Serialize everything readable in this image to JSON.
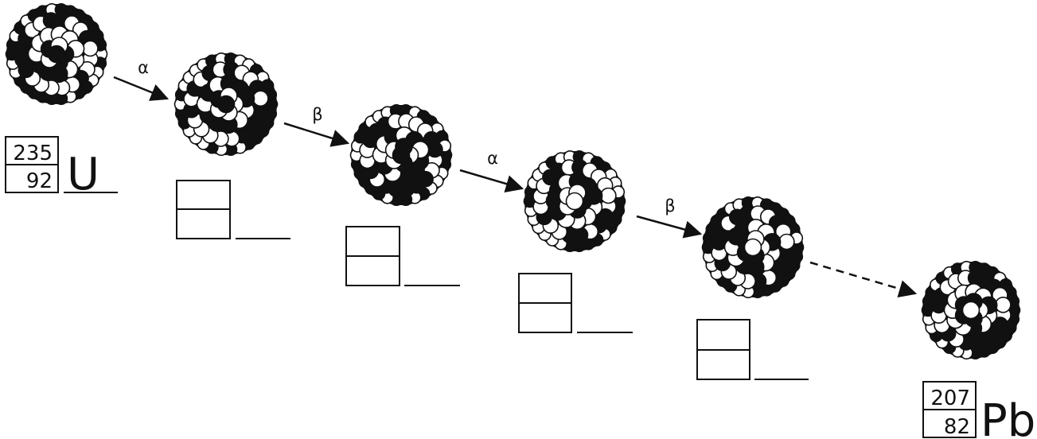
{
  "diagram": {
    "start": {
      "mass_number": "235",
      "atomic_number": "92",
      "symbol": "U"
    },
    "steps": [
      {
        "decay": "α"
      },
      {
        "decay": "β"
      },
      {
        "decay": "α"
      },
      {
        "decay": "β"
      }
    ],
    "end": {
      "mass_number": "207",
      "atomic_number": "82",
      "symbol": "Pb"
    },
    "colors": {
      "ink": "#111111",
      "paper": "#ffffff"
    }
  }
}
